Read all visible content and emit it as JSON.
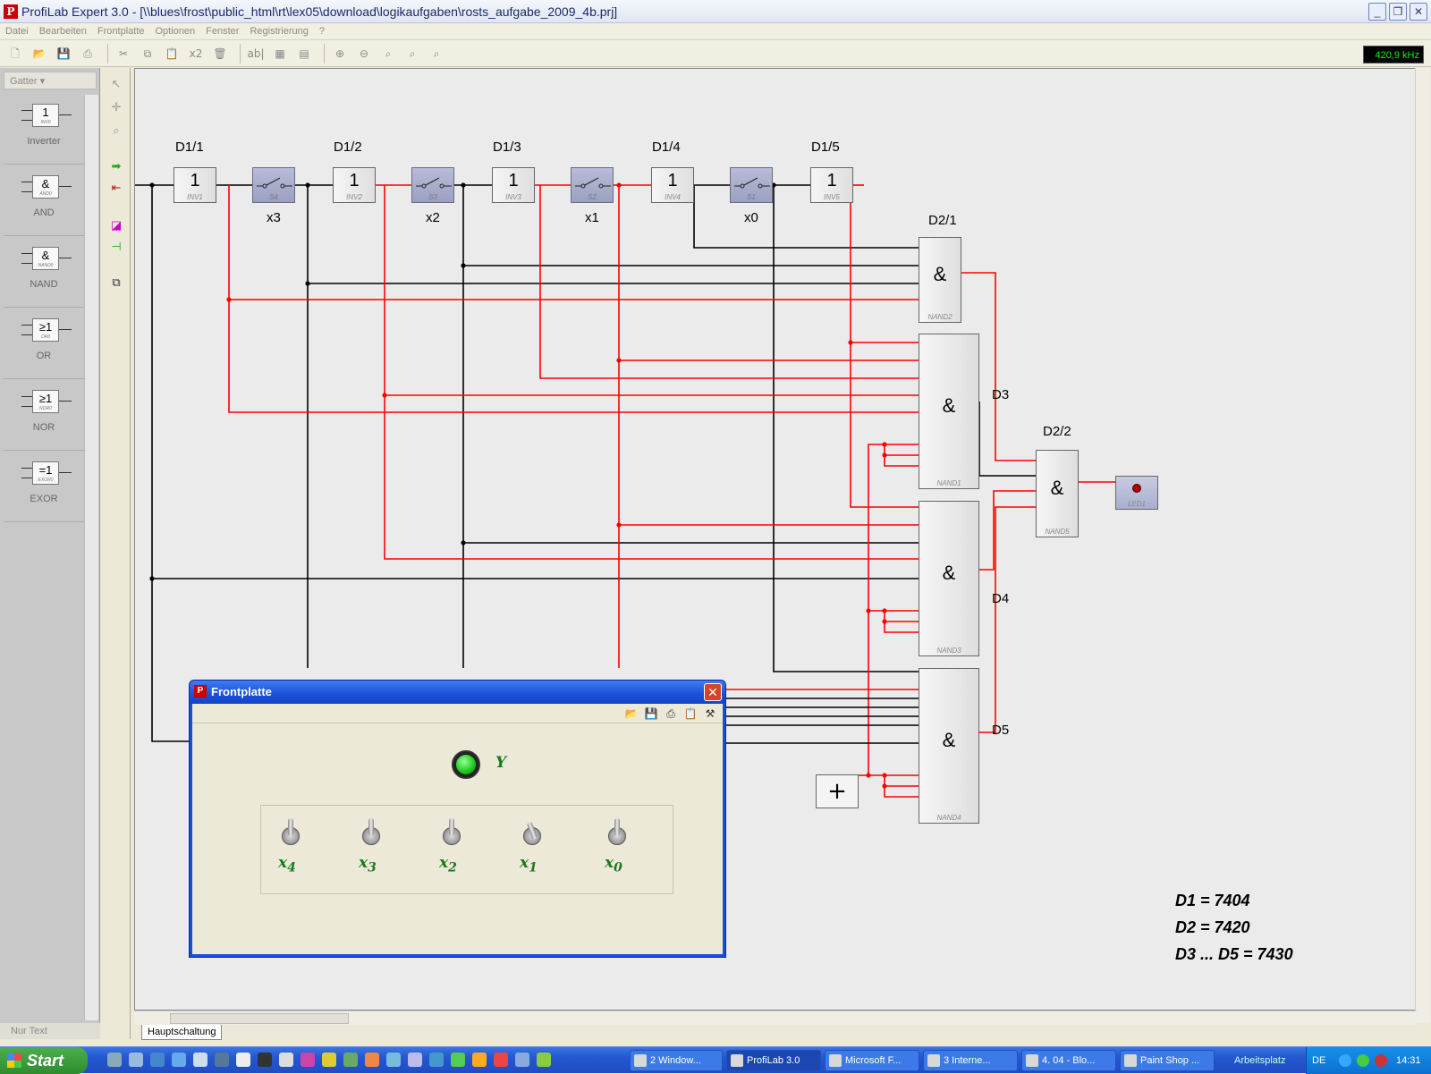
{
  "window": {
    "title": "ProfiLab Expert 3.0 - [\\\\blues\\frost\\public_html\\rt\\lex05\\download\\logikaufgaben\\rosts_aufgabe_2009_4b.prj]",
    "app_icon_letter": "P"
  },
  "menu": [
    "Datei",
    "Bearbeiten",
    "Frontplatte",
    "Optionen",
    "Fenster",
    "Registrierung",
    "?"
  ],
  "toolbar": {
    "x2_label": "x2",
    "abl_label": "ab|",
    "frequency": "420,9 kHz"
  },
  "palette": {
    "category": "Gatter",
    "items": [
      {
        "symbol": "1",
        "sub": "INV0",
        "label": "Inverter"
      },
      {
        "symbol": "&",
        "sub": "AND0",
        "label": "AND"
      },
      {
        "symbol": "&",
        "sub": "NAND0",
        "label": "NAND"
      },
      {
        "symbol": "≥1",
        "sub": "OR0",
        "label": "OR"
      },
      {
        "symbol": "≥1",
        "sub": "NOR0",
        "label": "NOR"
      },
      {
        "symbol": "=1",
        "sub": "EXOR0",
        "label": "EXOR"
      }
    ],
    "footer": "Nur Text"
  },
  "circuit": {
    "chip_labels": [
      "D1/1",
      "D1/2",
      "D1/3",
      "D1/4",
      "D1/5",
      "D2/1",
      "D3",
      "D2/2",
      "D4",
      "D5"
    ],
    "inverters": [
      {
        "symbol": "1",
        "name": "INV1"
      },
      {
        "symbol": "1",
        "name": "INV2"
      },
      {
        "symbol": "1",
        "name": "INV3"
      },
      {
        "symbol": "1",
        "name": "INV4"
      },
      {
        "symbol": "1",
        "name": "INV5"
      }
    ],
    "switches": [
      {
        "name": "S4",
        "label": "x3"
      },
      {
        "name": "S3",
        "label": "x2"
      },
      {
        "name": "S2",
        "label": "x1"
      },
      {
        "name": "S1",
        "label": "x0"
      }
    ],
    "nand_gates": [
      {
        "symbol": "&",
        "name": "NAND2"
      },
      {
        "symbol": "&",
        "name": "NAND1"
      },
      {
        "symbol": "&",
        "name": "NAND3"
      },
      {
        "symbol": "&",
        "name": "NAND4"
      },
      {
        "symbol": "&",
        "name": "NAND5"
      }
    ],
    "led": {
      "name": "LED1"
    },
    "supply": {
      "symbol": "+"
    },
    "notes": [
      "D1 = 7404",
      "D2 = 7420",
      "D3 ... D5 = 7430"
    ],
    "wire_colors": {
      "low": "#000000",
      "high": "#ff0000"
    }
  },
  "frontpanel": {
    "title": "Frontplatte",
    "led_label": "Y",
    "led_color": "#22cc22",
    "switches": [
      {
        "var": "x",
        "sub": "4"
      },
      {
        "var": "x",
        "sub": "3"
      },
      {
        "var": "x",
        "sub": "2"
      },
      {
        "var": "x",
        "sub": "1"
      },
      {
        "var": "x",
        "sub": "0"
      }
    ]
  },
  "tabs": [
    "Hauptschaltung"
  ],
  "taskbar": {
    "start": "Start",
    "tasks": [
      "2 Window...",
      "ProfiLab 3.0",
      "Microsoft F...",
      "3 Interne...",
      "4. 04 - Blo...",
      "Paint Shop ..."
    ],
    "workspace": "Arbeitsplatz",
    "lang": "DE",
    "clock": "14:31"
  }
}
